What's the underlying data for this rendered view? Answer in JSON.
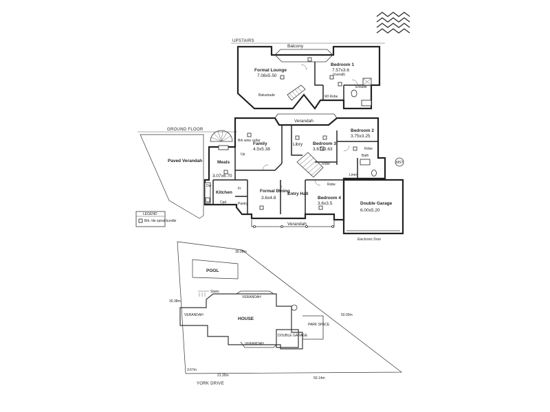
{
  "levels": {
    "upstairs": "UPSTAIRS",
    "ground_floor": "GROUND FLOOR"
  },
  "upstairs_rooms": {
    "balcony": "Balcony",
    "formal_lounge_name": "Formal Lounge",
    "formal_lounge_size": "7.08x5.50",
    "bedroom1_name": "Bedroom 1",
    "bedroom1_size": "7.57x3.6",
    "bedroom1_note": "(overall)",
    "ensuite": "Ensuite",
    "wir": "WI Robe",
    "balustrade": "Balustrade"
  },
  "ground_rooms": {
    "verandah_top": "Verandah",
    "family_name": "Family",
    "family_size": "4.5x5.38",
    "bedroom2_name": "Bedroom 2",
    "bedroom2_size": "3.75x3.25",
    "bedroom3_name": "Bedroom 3",
    "bedroom3_size": "3.67x3.63",
    "bedroom4_name": "Bedroom 4",
    "bedroom4_size": "3.6x3.5",
    "library": "Libry",
    "robe": "Robe",
    "robe2": "Robe",
    "robe3": "Robe",
    "bath": "Bath",
    "meals": "Meals",
    "meals_size": "3.07x6.70",
    "kitchen": "Kitchen",
    "pantry": "Pantry",
    "formal_dining_name": "Formal Dining",
    "formal_dining_size": "3.6x4.8",
    "entry_hall": "Entry Hall",
    "double_garage_name": "Double Garage",
    "double_garage_size": "6.00x5.20",
    "electronic_door": "Electronic Door",
    "verandah_bottom": "Verandah",
    "paved_verandah": "Paved Verandah",
    "linen": "Linen",
    "dw": "Dw",
    "fr": "Fr",
    "cpd": "Cpd",
    "up": "Up",
    "wine_cellar": "Brk wine cellar",
    "mst": "MST"
  },
  "legend": {
    "title": "LEGEND",
    "item": "Brk. tile spiral bundle"
  },
  "site_plan": {
    "pool": "POOL",
    "house": "HOUSE",
    "verandah_top": "VERANDAH",
    "verandah_left": "VERANDAH",
    "verandah_bottom": "VERANDAH",
    "double_garage": "DOUBLE GARAGE",
    "park_space": "PARK SPACE",
    "street": "YORK DRIVE",
    "dim_top": "39.98m",
    "dim_left": "30.38m",
    "dim_right": "50.00m",
    "dim_bottom1": "21.35m",
    "dim_bottom2": "50.14m",
    "dim_bottom3": "3.67m",
    "stairs": "Stairs"
  }
}
